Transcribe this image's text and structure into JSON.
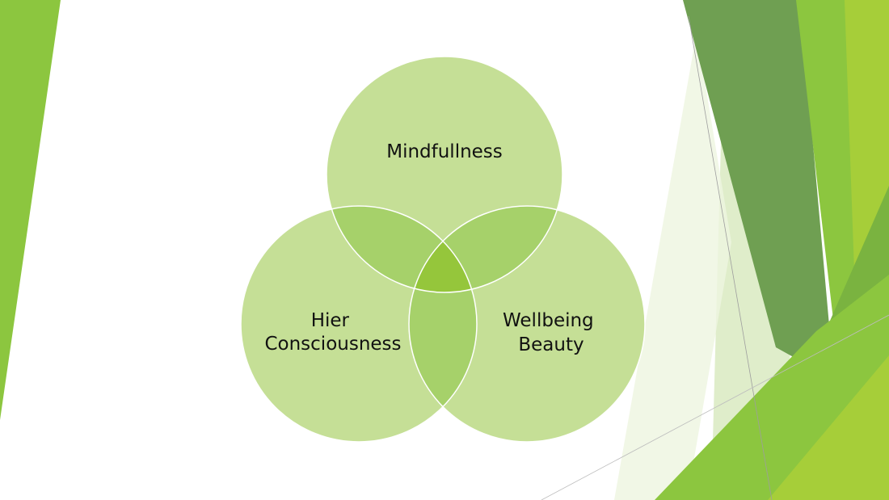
{
  "slide": {
    "background_color": "#ffffff",
    "accent_colors": [
      "#8cc63f",
      "#6f9f52",
      "#a6ce39",
      "#c8e2a0"
    ]
  },
  "venn": {
    "circle_fill": "#c5df96",
    "overlap_fill": "#a6d16a",
    "center_fill": "#95c63b",
    "outline_color": "#ffffff",
    "sets": [
      {
        "id": "top",
        "lines": [
          "Mindfullness"
        ]
      },
      {
        "id": "left",
        "lines": [
          "Hier",
          "Consciousness"
        ]
      },
      {
        "id": "right",
        "lines": [
          "Wellbeing",
          "Beauty"
        ]
      }
    ]
  }
}
